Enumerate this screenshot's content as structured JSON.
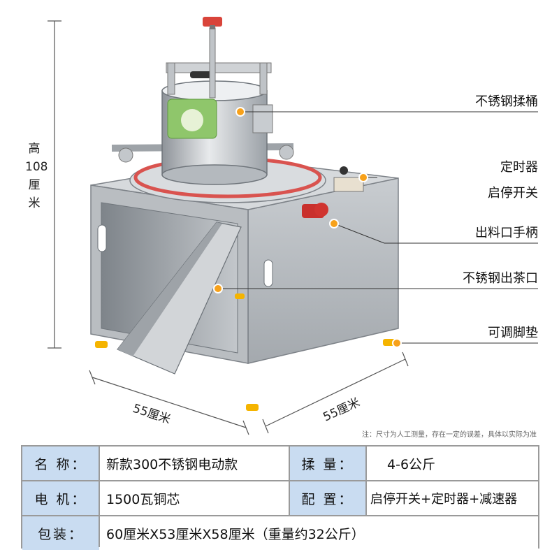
{
  "dimensions": {
    "height_label": "高\n108\n厘\n米",
    "width_label": "55厘米",
    "depth_label": "55厘米"
  },
  "callouts": [
    "不锈钢揉桶",
    "定时器",
    "启停开关",
    "出料口手柄",
    "不锈钢出茶口",
    "可调脚垫"
  ],
  "note": "注：尺寸为人工测量，存在一定的误差，具体以实际为准",
  "spec": {
    "name_label": "名  称：",
    "name_value": "新款300不锈钢电动款",
    "capacity_label": "揉  量：",
    "capacity_value": "4-6公斤",
    "motor_label": "电  机：",
    "motor_value": "1500瓦铜芯",
    "config_label": "配  置：",
    "config_value": "启停开关+定时器+减速器",
    "package_label": "包装：",
    "package_value": "60厘米X53厘米X58厘米（重量约32公斤）"
  },
  "colors": {
    "label_bg": "#c9dcf1",
    "border": "#9a9a9a",
    "steel": "#b8bcc0",
    "dot": "#f7a11a"
  }
}
